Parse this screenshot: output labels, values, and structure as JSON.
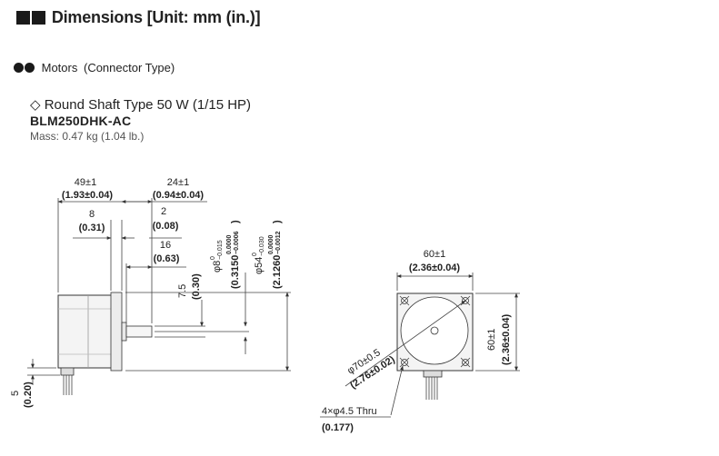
{
  "header": {
    "title": "Dimensions [Unit: mm (in.)]"
  },
  "section": {
    "title": "Motors",
    "subtitle": "(Connector Type)"
  },
  "product": {
    "type": "◇ Round Shaft Type 50 W (1/15 HP)",
    "model": "BLM250DHK-AC",
    "mass": "Mass: 0.47 kg (1.04 lb.)"
  },
  "side_view": {
    "dim_49": {
      "mm": "49±1",
      "in": "(1.93±0.04)"
    },
    "dim_24": {
      "mm": "24±1",
      "in": "(0.94±0.04)"
    },
    "dim_8": {
      "mm": "8",
      "in": "(0.31)"
    },
    "dim_2": {
      "mm": "2",
      "in": "(0.08)"
    },
    "dim_16": {
      "mm": "16",
      "in": "(0.63)"
    },
    "dim_7_5": {
      "mm": "7.5",
      "in": "(0.30)"
    },
    "dim_phi8": {
      "mm": "φ8",
      "tol_upper": "0",
      "tol_lower": "−0.015",
      "in": "(0.3150",
      "in_tol_upper": "0.0000",
      "in_tol_lower": "−0.0006",
      "close": ")"
    },
    "dim_phi54": {
      "mm": "φ54",
      "tol_upper": "0",
      "tol_lower": "−0.030",
      "in": "(2.1260",
      "in_tol_upper": "0.0000",
      "in_tol_lower": "−0.0012",
      "close": ")"
    },
    "dim_5": {
      "mm": "5",
      "in": "(0.20)"
    }
  },
  "front_view": {
    "dim_60_top": {
      "mm": "60±1",
      "in": "(2.36±0.04)"
    },
    "dim_60_right": {
      "mm": "60±1",
      "in": "(2.36±0.04)"
    },
    "dim_phi70": {
      "mm": "φ70±0.5",
      "in": "(2.76±0.02)"
    },
    "holes": {
      "mm": "4×φ4.5 Thru",
      "in": "(0.177)"
    }
  }
}
